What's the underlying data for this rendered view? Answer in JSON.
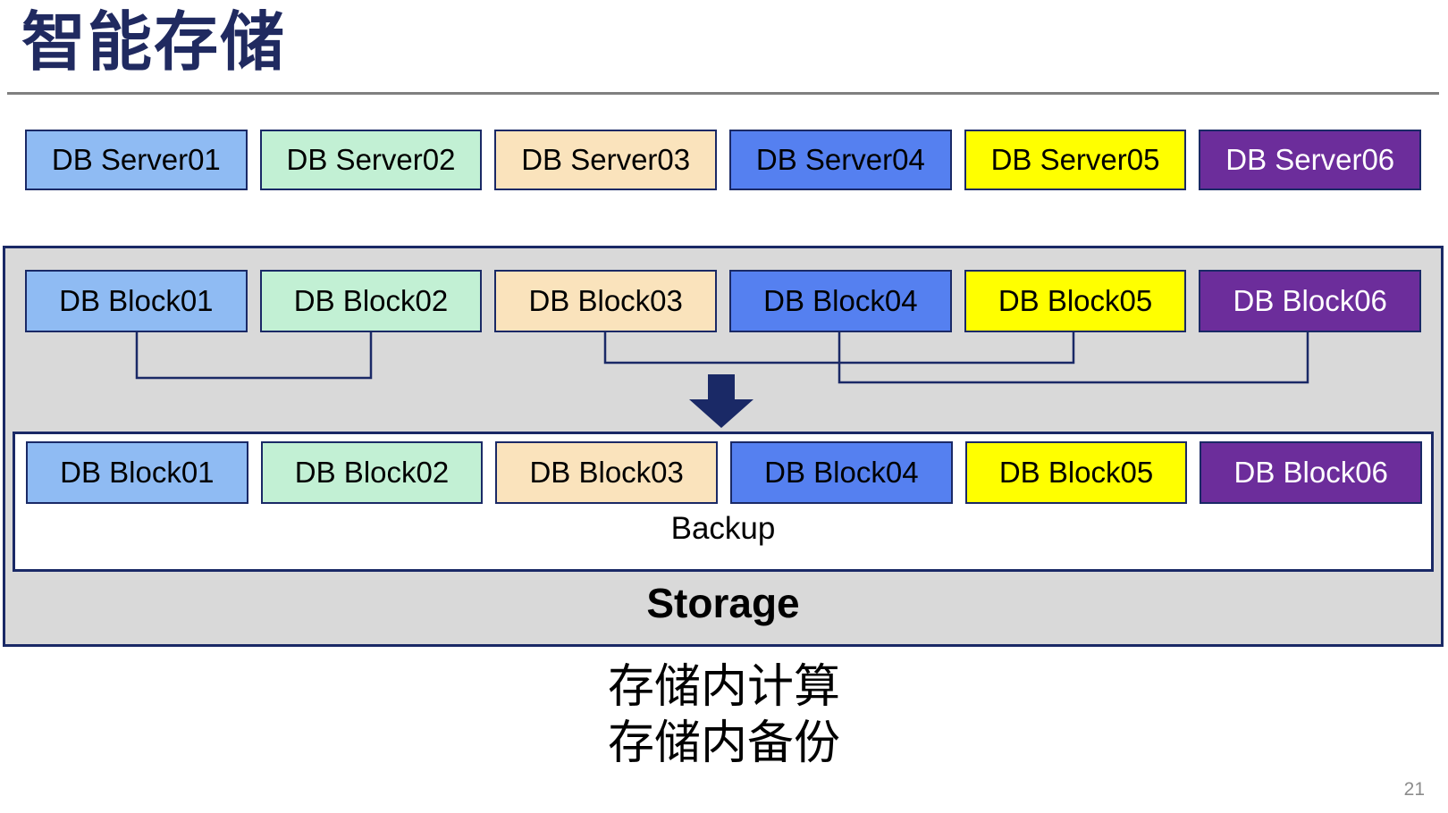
{
  "slide": {
    "title": "智能存储",
    "page_number": "21",
    "captions": [
      "存储内计算",
      "存储内备份"
    ]
  },
  "colors": {
    "title": "#202A60",
    "navy": "#1A2966",
    "divider": "#808080",
    "container_fill": "#D9D9D9",
    "backup_fill": "#FFFFFF",
    "page_number": "#8C8C8C",
    "caption_text": "#000000"
  },
  "icons": {
    "down_arrow": "down-arrow"
  },
  "servers": [
    {
      "label": "DB Server01",
      "fill": "#8FBBF3",
      "text": "#000000"
    },
    {
      "label": "DB Server02",
      "fill": "#C2F0D4",
      "text": "#000000"
    },
    {
      "label": "DB Server03",
      "fill": "#FAE3BC",
      "text": "#000000"
    },
    {
      "label": "DB Server04",
      "fill": "#5580F0",
      "text": "#000000"
    },
    {
      "label": "DB Server05",
      "fill": "#FFFF00",
      "text": "#000000"
    },
    {
      "label": "DB Server06",
      "fill": "#6C2D9B",
      "text": "#FFFFFF"
    }
  ],
  "storage": {
    "label": "Storage",
    "backup_label": "Backup",
    "blocks_top": [
      {
        "label": "DB Block01",
        "fill": "#8FBBF3",
        "text": "#000000"
      },
      {
        "label": "DB Block02",
        "fill": "#C2F0D4",
        "text": "#000000"
      },
      {
        "label": "DB Block03",
        "fill": "#FAE3BC",
        "text": "#000000"
      },
      {
        "label": "DB Block04",
        "fill": "#5580F0",
        "text": "#000000"
      },
      {
        "label": "DB Block05",
        "fill": "#FFFF00",
        "text": "#000000"
      },
      {
        "label": "DB Block06",
        "fill": "#6C2D9B",
        "text": "#FFFFFF"
      }
    ],
    "blocks_bottom": [
      {
        "label": "DB Block01",
        "fill": "#8FBBF3",
        "text": "#000000"
      },
      {
        "label": "DB Block02",
        "fill": "#C2F0D4",
        "text": "#000000"
      },
      {
        "label": "DB Block03",
        "fill": "#FAE3BC",
        "text": "#000000"
      },
      {
        "label": "DB Block04",
        "fill": "#5580F0",
        "text": "#000000"
      },
      {
        "label": "DB Block05",
        "fill": "#FFFF00",
        "text": "#000000"
      },
      {
        "label": "DB Block06",
        "fill": "#6C2D9B",
        "text": "#FFFFFF"
      }
    ]
  }
}
